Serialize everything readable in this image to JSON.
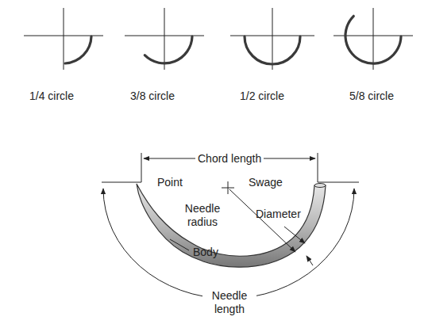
{
  "diagram": {
    "labels": [
      "1/4 circle",
      "3/8 circle",
      "1/2 circle",
      "5/8 circle",
      "Chord length",
      "Point",
      "Swage",
      "Needle radius",
      "Diameter",
      "Body",
      "Needle length"
    ]
  }
}
